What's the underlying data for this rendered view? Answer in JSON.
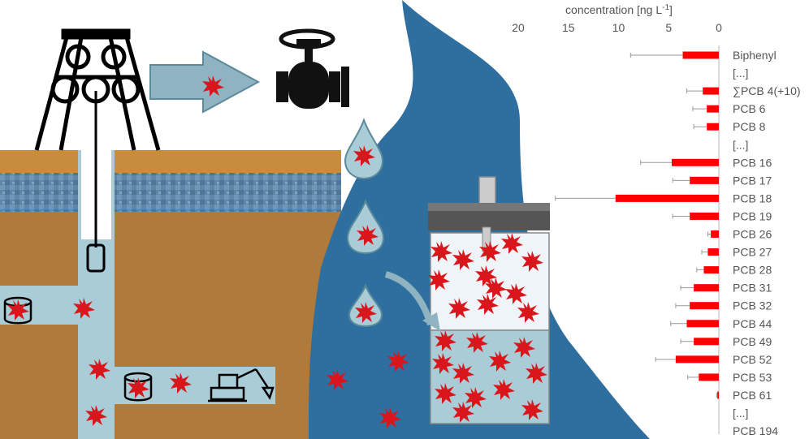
{
  "chart_data": {
    "type": "bar",
    "orientation": "horizontal",
    "axis_reversed": true,
    "xlabel": "concentration [ng L",
    "xlabel_superscript": "-1",
    "xlabel_close": "]",
    "xlim": [
      0,
      20
    ],
    "xticks": [
      "20",
      "15",
      "10",
      "5",
      "0"
    ],
    "xtick_values": [
      20,
      15,
      10,
      5,
      0
    ],
    "bar_color": "#ff0000",
    "error_color": "#999999",
    "categories": [
      "Biphenyl",
      "[...]",
      "∑PCB 4(+10)",
      "PCB 6",
      "PCB 8",
      "[...]",
      "PCB 16",
      "PCB 17",
      "PCB 18",
      "PCB 19",
      "PCB 26",
      "PCB 27",
      "PCB 28",
      "PCB 31",
      "PCB 32",
      "PCB 44",
      "PCB 49",
      "PCB 52",
      "PCB 53",
      "PCB 61",
      "[...]",
      "PCB 194"
    ],
    "values": [
      3.6,
      null,
      1.6,
      1.2,
      1.2,
      null,
      4.7,
      2.9,
      10.3,
      2.9,
      0.8,
      1.1,
      1.5,
      2.5,
      2.9,
      3.2,
      2.5,
      4.3,
      2.0,
      0.15,
      null,
      null
    ],
    "errors": [
      8.8,
      null,
      3.2,
      2.6,
      2.5,
      null,
      7.8,
      4.6,
      16.3,
      4.6,
      1.1,
      1.7,
      2.2,
      3.8,
      4.3,
      4.8,
      3.8,
      6.3,
      3.1,
      0.2,
      null,
      null
    ]
  },
  "colors": {
    "ground": "#b07a3a",
    "ground_top": "#c88d3c",
    "aquifer": "#5e86a8",
    "water": "#2f6f9f",
    "mine_water": "#a9ccd6",
    "arrow": "#8fb3c0",
    "particle": "#d8161b"
  },
  "icons": [
    "mine-headframe-icon",
    "valve-icon",
    "barrel-icon",
    "excavator-icon",
    "sampler-icon",
    "droplet-icon",
    "particle-icon",
    "flow-arrow-icon"
  ]
}
